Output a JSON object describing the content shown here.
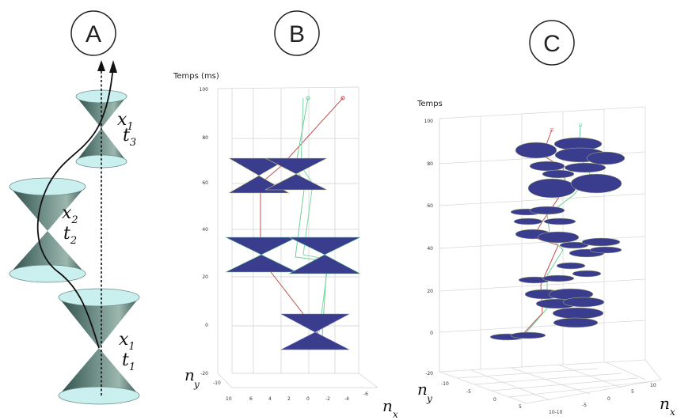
{
  "panels": {
    "a": {
      "label": "A",
      "cones": [
        {
          "x": "x",
          "xs": "1",
          "t": "t",
          "ts": "3"
        },
        {
          "x": "x",
          "xs": "2",
          "t": "t",
          "ts": "2"
        },
        {
          "x": "x",
          "xs": "1",
          "t": "t",
          "ts": "1"
        }
      ]
    },
    "b": {
      "label": "B",
      "y_title": "Temps (ms)",
      "y_ticks": [
        "100",
        "80",
        "60",
        "40",
        "20",
        "0",
        "-20"
      ],
      "ny_ticks": [
        "-10",
        "10"
      ],
      "nx_ticks": [
        "6",
        "4",
        "2",
        "0",
        "-2",
        "-4",
        "-6"
      ],
      "axis_ny": {
        "n": "n",
        "sub": "y"
      },
      "axis_nx": {
        "n": "n",
        "sub": "x"
      }
    },
    "c": {
      "label": "C",
      "y_title": "Temps",
      "y_ticks": [
        "100",
        "80",
        "60",
        "40",
        "20",
        "0",
        "-20"
      ],
      "ny_ticks": [
        "-10",
        "-5",
        "0",
        "5"
      ],
      "nx_ticks": [
        "10-10",
        "-5",
        "0",
        "5",
        "10"
      ],
      "axis_ny": {
        "n": "n",
        "sub": "y"
      },
      "axis_nx": {
        "n": "n",
        "sub": "x"
      }
    }
  },
  "colors": {
    "cone_fill": "#bfe9ea",
    "cone_dark": "#4a6e6a",
    "disk_fill": "#3a3d8e",
    "disk_edge": "#c8d27a",
    "path_red": "#c0504d",
    "path_green": "#6ccf98",
    "grid": "#d6d6d6"
  }
}
